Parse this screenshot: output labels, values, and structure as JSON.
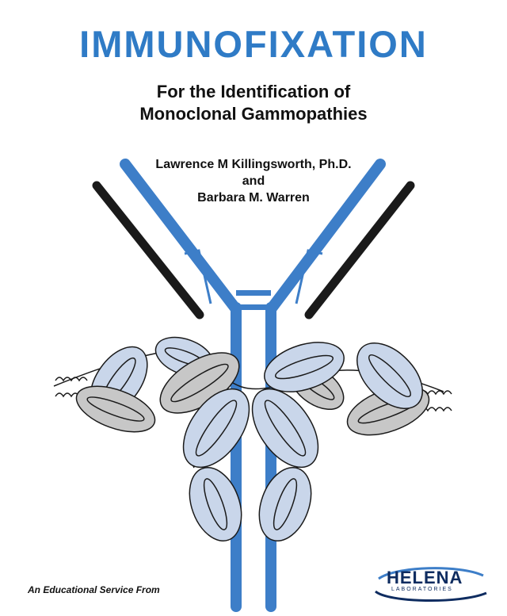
{
  "title": "IMMUNOFIXATION",
  "subtitle": {
    "line1": "For the Identification of",
    "line2": "Monoclonal Gammopathies"
  },
  "authors": {
    "author1": "Lawrence M Killingsworth, Ph.D.",
    "conjunction": "and",
    "author2": "Barbara M. Warren"
  },
  "footer": {
    "text": "An Educational Service From",
    "logo_name": "HELENA",
    "logo_sub": "LABORATORIES"
  },
  "colors": {
    "title_blue": "#2f7bc6",
    "antibody_blue": "#3d7ec8",
    "domain_blue_fill": "#c9d6ea",
    "domain_gray_fill": "#c7c7c7",
    "logo_navy": "#0e2c60"
  }
}
